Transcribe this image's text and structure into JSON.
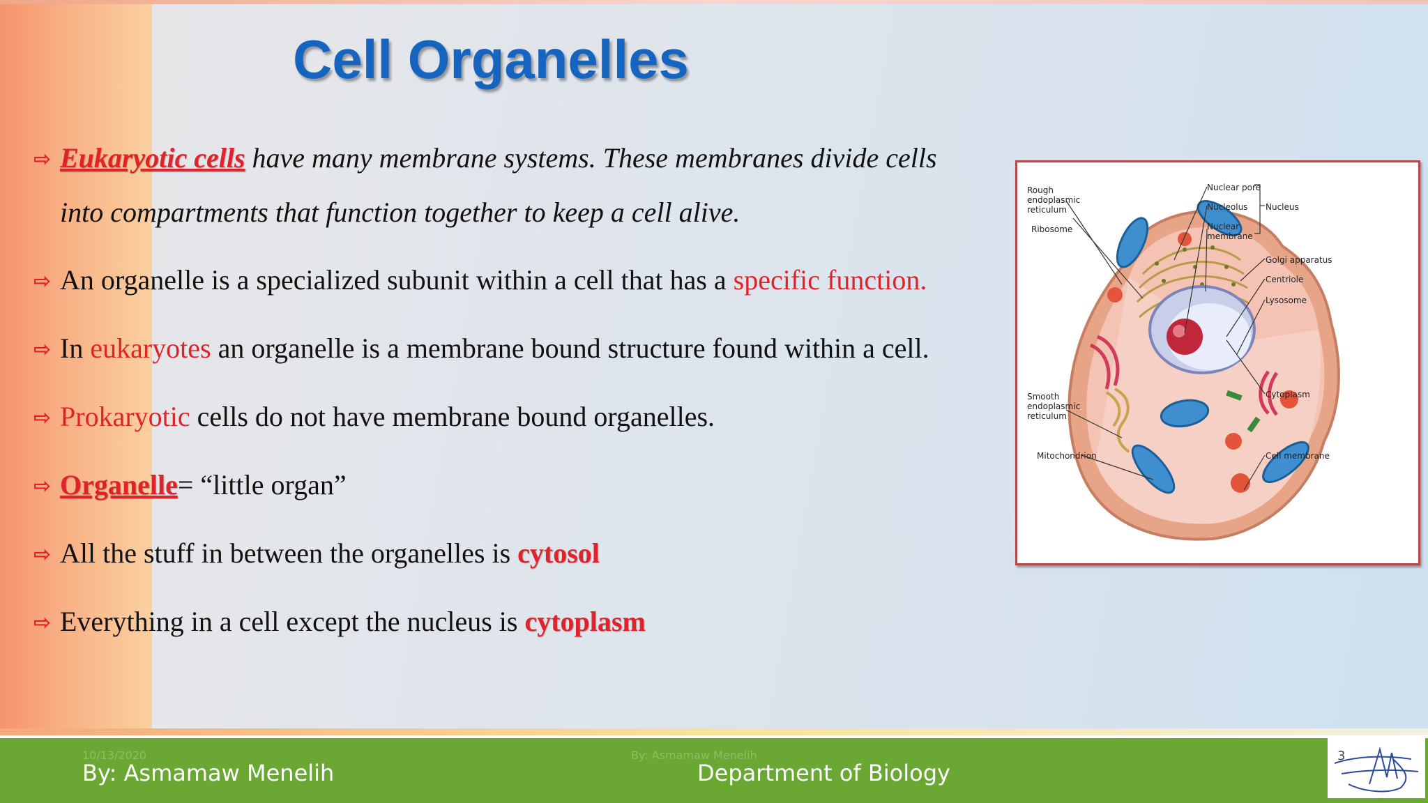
{
  "slide": {
    "title": "Cell Organelles",
    "bullets": {
      "b1": {
        "lead": "Eukaryotic cells",
        "rest": " have many membrane systems. These membranes divide cells",
        "cont": "into compartments that function together to keep a cell alive."
      },
      "b2": {
        "text": "An organelle is a specialized subunit within a cell that has a ",
        "red": "specific function."
      },
      "b3": {
        "pre": "In ",
        "red": "eukaryotes",
        "rest": " an organelle is a membrane bound structure found within a cell."
      },
      "b4": {
        "red": "Prokaryotic",
        "rest": " cells do not have membrane bound organelles."
      },
      "b5": {
        "red": "Organelle",
        "rest": "= “little organ”"
      },
      "b6": {
        "text": "All the stuff in between the organelles is ",
        "red": "cytosol"
      },
      "b7": {
        "text": "Everything in a cell except the nucleus is ",
        "red": "cytoplasm"
      }
    }
  },
  "figure": {
    "labels": {
      "rough_er_1": "Rough",
      "rough_er_2": "endoplasmic",
      "rough_er_3": "reticulum",
      "ribosome": "Ribosome",
      "nuclear_pore": "Nuclear pore",
      "nucleolus": "Nucleolus",
      "nucleus": "Nucleus",
      "nuclear_membrane_1": "Nuclear",
      "nuclear_membrane_2": "membrane",
      "golgi": "Golgi apparatus",
      "centriole": "Centriole",
      "lysosome": "Lysosome",
      "smooth_er_1": "Smooth",
      "smooth_er_2": "endoplasmic",
      "smooth_er_3": "reticulum",
      "mitochondrion": "Mitochondrion",
      "cytoplasm": "Cytoplasm",
      "cell_membrane": "Cell membrane"
    }
  },
  "footer": {
    "author": "By: Asmamaw Menelih",
    "department": "Department of Biology",
    "date": "10/13/2020",
    "by_small": "By: Asmamaw Menelih",
    "page": "3"
  },
  "colors": {
    "title": "#1565c0",
    "accent_red": "#e0232a",
    "footer_green": "#6aa733"
  }
}
